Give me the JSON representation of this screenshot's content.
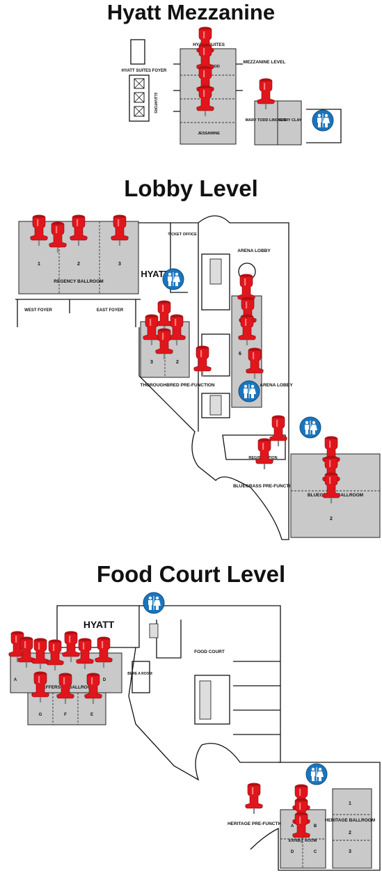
{
  "sections": {
    "mezzanine": {
      "title": "Hyatt Mezzanine"
    },
    "lobby": {
      "title": "Lobby Level"
    },
    "foodcourt": {
      "title": "Food Court Level"
    }
  },
  "labels": {
    "hyatt_suites": "HYATT SUITES",
    "hyatt_suites_foyer": "HYATT SUITES FOYER",
    "elevators": "ELEVATORS",
    "wildwood": "WILDWOOD",
    "jessamine": "JESSAMINE",
    "mezzanine_level": "MEZZANINE LEVEL",
    "mary_todd_lincoln": "MARY TODD LINCOLN",
    "henry_clay": "HENRY CLAY",
    "ticket_office": "TICKET OFFICE",
    "arena_lobby_top": "ARENA LOBBY",
    "arena_lobby_side": "ARENA LOBBY",
    "hyatt_lobby": "HYATT",
    "regency_ballroom": "REGENCY BALLROOM",
    "regency_1": "1",
    "regency_2": "2",
    "regency_3": "3",
    "west_foyer": "WEST FOYER",
    "east_foyer": "EAST FOYER",
    "thoroughbred_3": "3",
    "thoroughbred_2": "2",
    "thoroughbred_prefunction": "THOROUGHBRED PRE-FUNCTION",
    "room_6": "6",
    "registration": "REGISTRATION",
    "bluegrass_prefunction": "BLUEGRASS PRE-FUNCTION",
    "bluegrass_ballroom": "BLUEGRASS BALLROOM",
    "bluegrass_2": "2",
    "hyatt_fc": "HYATT",
    "food_court": "FOOD COURT",
    "bere_a_room": "BERE A ROOM",
    "jefferson_ballroom": "JEFFERSON BALLROOM",
    "jef_a": "A",
    "jef_d": "D",
    "jef_g": "G",
    "jef_f": "F",
    "jef_e": "E",
    "heritage_prefunction": "HERITAGE PRE-FUNCTION",
    "heritage_ballroom": "HERITAGE BALLROOM",
    "heritage_1": "1",
    "heritage_2": "2",
    "heritage_3": "3",
    "ex_a": "A",
    "ex_b": "B",
    "ex_c": "C",
    "ex_d": "D",
    "exhibit_room": "EXHIBIT ROOM"
  },
  "icons": {
    "pin": "map-pushpin-icon",
    "restroom": "restroom-icon",
    "elevator": "elevator-icon",
    "escalator": "escalator-icon"
  },
  "colors": {
    "pin": "#e0161c",
    "restroom": "#1b75bc",
    "room": "#c9c9c9"
  }
}
